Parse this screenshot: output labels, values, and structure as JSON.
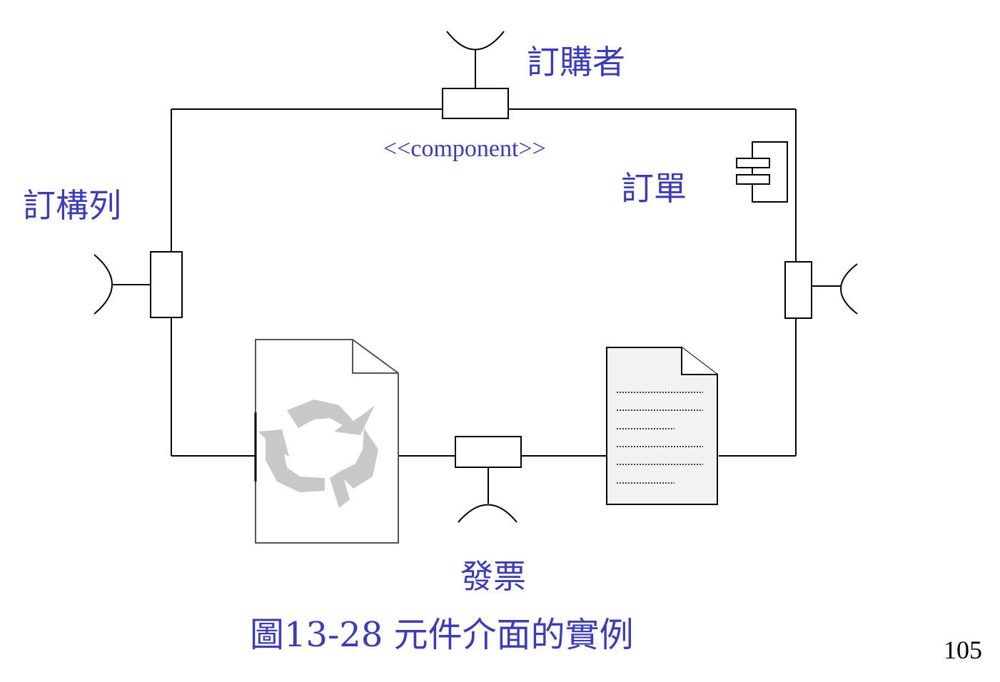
{
  "diagram": {
    "component_name": "訂單",
    "stereotype": "<<component>>",
    "interfaces": {
      "top": "訂購者",
      "left": "訂構列",
      "bottom": "發票"
    },
    "caption": "圖13-28 元件介面的實例",
    "page_number": "105",
    "colors": {
      "label": "#3b3bbf",
      "line": "#000000",
      "doc_fill": "#f2f2f2",
      "recycle": "#c8c8c8"
    },
    "icons": [
      "component-icon",
      "recycle-document-icon",
      "text-document-icon",
      "port-icon",
      "required-interface-socket-icon"
    ]
  }
}
